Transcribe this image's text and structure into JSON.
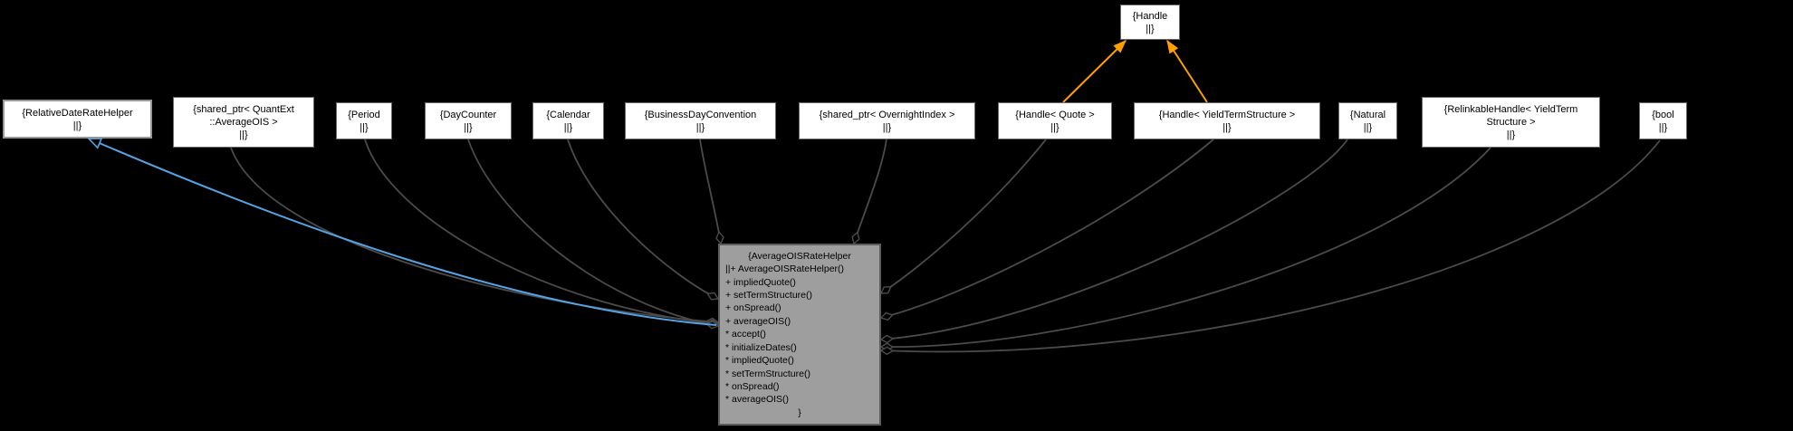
{
  "diagram": {
    "title": "AverageOISRateHelper collaboration graph",
    "type": "uml-collaboration-graph",
    "colors": {
      "background": "#000000",
      "node_fill": "#ffffff",
      "node_border": "#6a6a6a",
      "focus_node_fill": "#9e9e9e",
      "focus_node_border": "#5c5c5c",
      "member_edge": "#4b4b4b",
      "inheritance_edge": "#54a3e4",
      "template_edge": "#ffa000",
      "text": "#000000"
    },
    "nodes": {
      "handle": {
        "class_name": "Handle",
        "lines": [
          "{Handle",
          "||}"
        ]
      },
      "relative_date_rate_helper": {
        "class_name": "RelativeDateRateHelper",
        "lines": [
          "{RelativeDateRateHelper",
          "||}"
        ]
      },
      "shared_ptr_average_ois": {
        "class_name": "shared_ptr< QuantExt::AverageOIS >",
        "lines": [
          "{shared_ptr< QuantExt",
          "::AverageOIS >",
          "||}"
        ]
      },
      "period": {
        "class_name": "Period",
        "lines": [
          "{Period",
          "||}"
        ]
      },
      "day_counter": {
        "class_name": "DayCounter",
        "lines": [
          "{DayCounter",
          "||}"
        ]
      },
      "calendar": {
        "class_name": "Calendar",
        "lines": [
          "{Calendar",
          "||}"
        ]
      },
      "business_day_convention": {
        "class_name": "BusinessDayConvention",
        "lines": [
          "{BusinessDayConvention",
          "||}"
        ]
      },
      "shared_ptr_overnight_index": {
        "class_name": "shared_ptr< OvernightIndex >",
        "lines": [
          "{shared_ptr< OvernightIndex >",
          "||}"
        ]
      },
      "handle_quote": {
        "class_name": "Handle< Quote >",
        "lines": [
          "{Handle< Quote >",
          "||}"
        ]
      },
      "handle_yield_term_structure": {
        "class_name": "Handle< YieldTermStructure >",
        "lines": [
          "{Handle< YieldTermStructure >",
          "||}"
        ]
      },
      "natural": {
        "class_name": "Natural",
        "lines": [
          "{Natural",
          "||}"
        ]
      },
      "relinkable_handle": {
        "class_name": "RelinkableHandle< YieldTermStructure >",
        "lines": [
          "{RelinkableHandle< YieldTerm",
          "Structure >",
          "||}"
        ]
      },
      "bool": {
        "class_name": "bool",
        "lines": [
          "{bool",
          "||}"
        ]
      },
      "average_ois_rate_helper": {
        "class_name": "AverageOISRateHelper",
        "lines": [
          "{AverageOISRateHelper",
          "||+ AverageOISRateHelper()",
          "+ impliedQuote()",
          "+ setTermStructure()",
          "+ onSpread()",
          "+ averageOIS()",
          "* accept()",
          "* initializeDates()",
          "* impliedQuote()",
          "* setTermStructure()",
          "* onSpread()",
          "* averageOIS()",
          "}"
        ]
      }
    },
    "edges": [
      {
        "from": "AverageOISRateHelper",
        "to": "RelativeDateRateHelper",
        "type": "public-inheritance"
      },
      {
        "from": "shared_ptr< QuantExt::AverageOIS >",
        "to": "AverageOISRateHelper",
        "type": "member-aggregation"
      },
      {
        "from": "Period",
        "to": "AverageOISRateHelper",
        "type": "member-aggregation"
      },
      {
        "from": "DayCounter",
        "to": "AverageOISRateHelper",
        "type": "member-aggregation"
      },
      {
        "from": "Calendar",
        "to": "AverageOISRateHelper",
        "type": "member-aggregation"
      },
      {
        "from": "BusinessDayConvention",
        "to": "AverageOISRateHelper",
        "type": "member-aggregation"
      },
      {
        "from": "shared_ptr< OvernightIndex >",
        "to": "AverageOISRateHelper",
        "type": "member-aggregation"
      },
      {
        "from": "Handle< Quote >",
        "to": "AverageOISRateHelper",
        "type": "member-aggregation"
      },
      {
        "from": "Handle< YieldTermStructure >",
        "to": "AverageOISRateHelper",
        "type": "member-aggregation"
      },
      {
        "from": "Natural",
        "to": "AverageOISRateHelper",
        "type": "member-aggregation"
      },
      {
        "from": "RelinkableHandle< YieldTermStructure >",
        "to": "AverageOISRateHelper",
        "type": "member-aggregation"
      },
      {
        "from": "bool",
        "to": "AverageOISRateHelper",
        "type": "member-aggregation"
      },
      {
        "from": "Handle< Quote >",
        "to": "Handle",
        "type": "template-instance"
      },
      {
        "from": "Handle< YieldTermStructure >",
        "to": "Handle",
        "type": "template-instance"
      }
    ]
  }
}
